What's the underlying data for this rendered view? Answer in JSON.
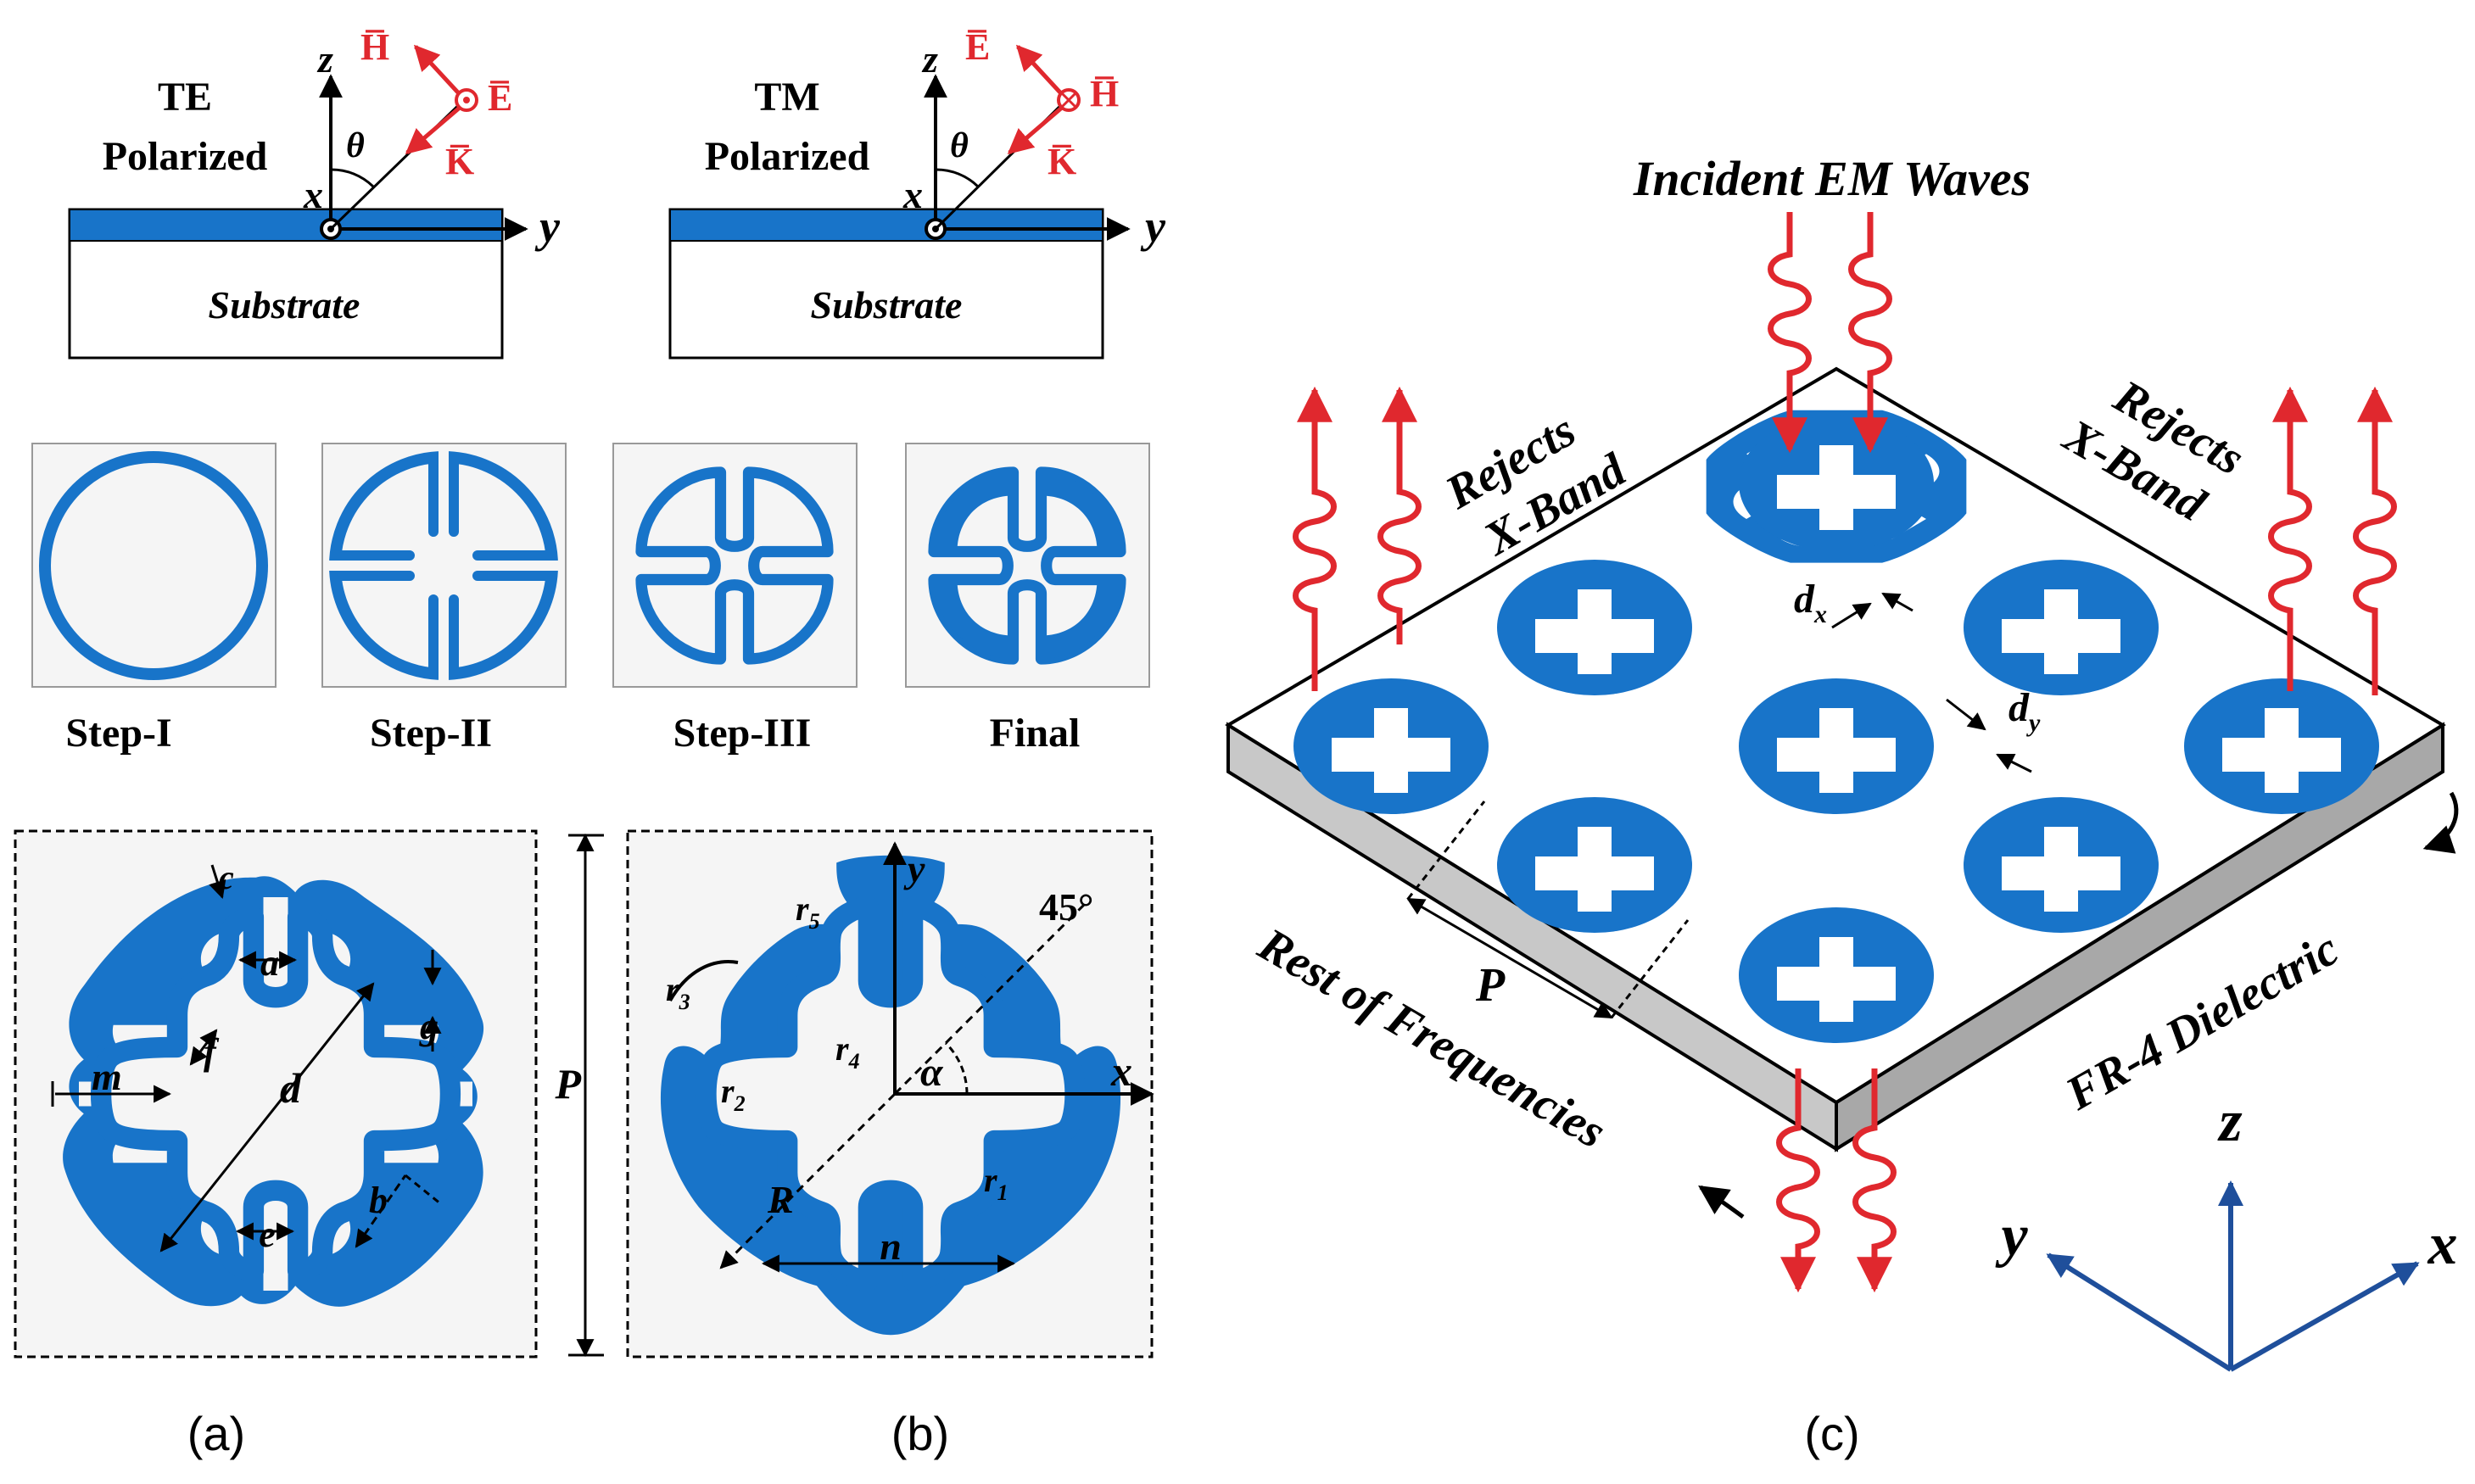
{
  "colors": {
    "metal": "#1874C9",
    "wave": "#E0282E",
    "axes_blue": "#1F4F9B",
    "dielectric": "#C8C8C8",
    "panel_bg": "#F5F5F5"
  },
  "polarization": {
    "te": {
      "label_line1": "TE",
      "label_line2": "Polarized",
      "substrate": "Substrate",
      "axis_z": "z",
      "axis_y": "y",
      "axis_x": "x",
      "angle": "θ",
      "vec_a": "H̅",
      "vec_b": "E̅",
      "vec_k": "K̅"
    },
    "tm": {
      "label_line1": "TM",
      "label_line2": "Polarized",
      "substrate": "Substrate",
      "axis_z": "z",
      "axis_y": "y",
      "axis_x": "x",
      "angle": "θ",
      "vec_a": "E̅",
      "vec_b": "H̅",
      "vec_k": "K̅"
    }
  },
  "steps": [
    "Step-I",
    "Step-II",
    "Step-III",
    "Final"
  ],
  "panel_a": {
    "labels": {
      "c": "c",
      "a": "a",
      "g": "g",
      "f": "f",
      "m": "m",
      "d": "d",
      "e": "e",
      "b": "b",
      "P": "P"
    },
    "caption": "(a)"
  },
  "panel_b": {
    "labels": {
      "y": "y",
      "x": "x",
      "angle45": "45°",
      "alpha": "α",
      "r1": "r",
      "r1_sub": "1",
      "r2": "r",
      "r2_sub": "2",
      "r3": "r",
      "r3_sub": "3",
      "r4": "r",
      "r4_sub": "4",
      "r5": "r",
      "r5_sub": "5",
      "R": "R",
      "n": "n"
    },
    "caption": "(b)"
  },
  "panel_c": {
    "incident": "Incident EM Waves",
    "reject_left_1": "Rejects",
    "reject_left_2": "X-Band",
    "reject_right_1": "Rejects",
    "reject_right_2": "X-Band",
    "dx": "d",
    "dx_sub": "x",
    "dy": "d",
    "dy_sub": "y",
    "P": "P",
    "rest": "Rest of Frequencies",
    "dielectric": "FR-4 Dielectric",
    "axis_x": "x",
    "axis_y": "y",
    "axis_z": "z",
    "caption": "(c)"
  }
}
